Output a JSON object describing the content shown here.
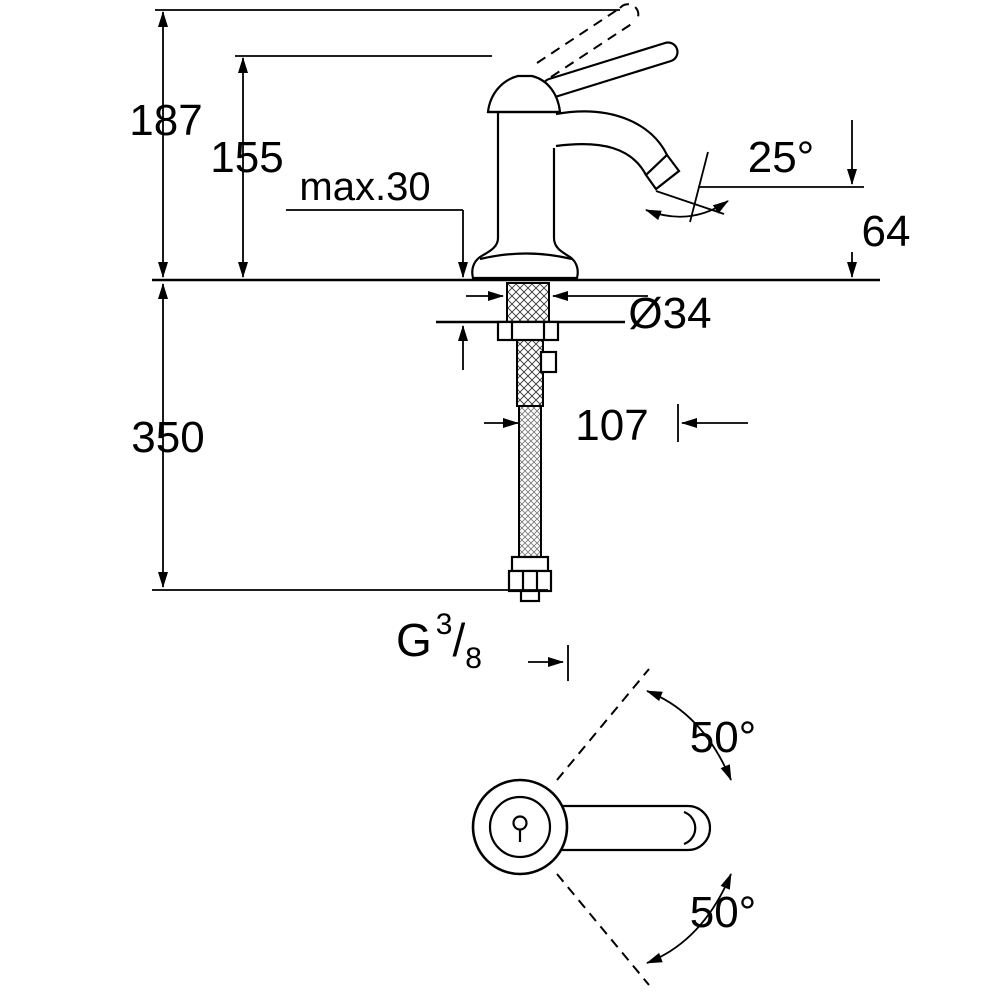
{
  "drawing": {
    "subject": "single-lever basin faucet technical dimension drawing",
    "line_color": "#000000",
    "background": "#ffffff",
    "dimensions": {
      "total_height": "187",
      "body_height": "155",
      "max_mounting_thickness": "max.30",
      "spout_angle": "25°",
      "outlet_height": "64",
      "hole_diameter": "Ø34",
      "hose_length": "350",
      "spout_projection": "107",
      "swivel_angle_upper": "50°",
      "swivel_angle_lower": "50°",
      "thread": {
        "prefix": "G",
        "numerator": "3",
        "separator": "/",
        "denominator": "8"
      }
    }
  }
}
